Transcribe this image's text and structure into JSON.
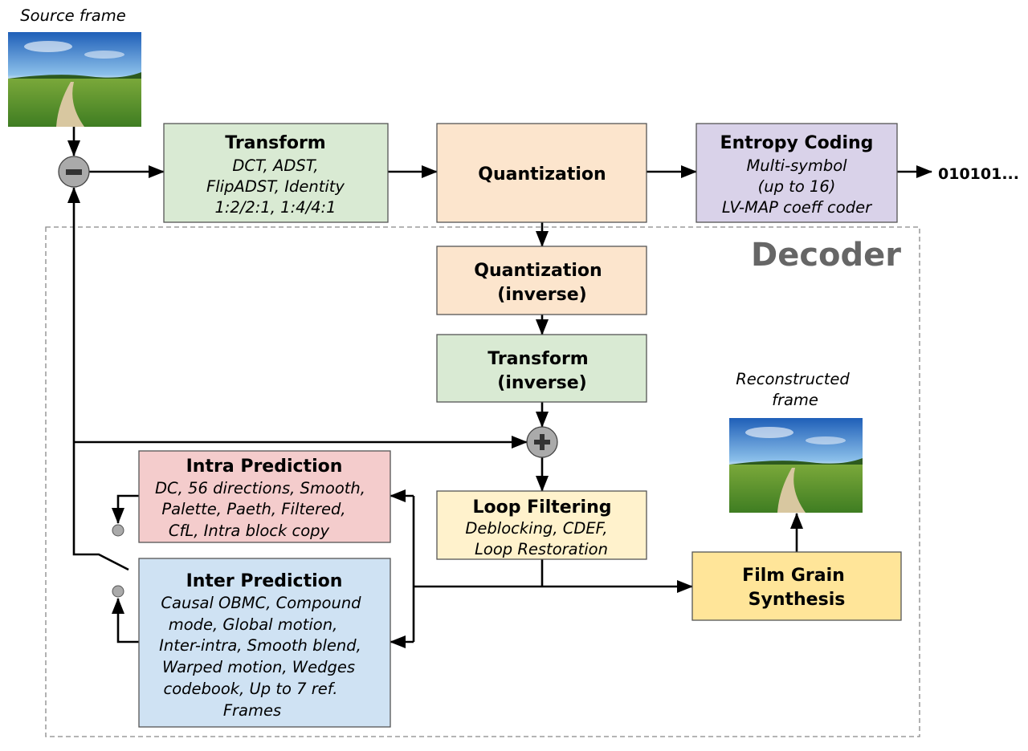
{
  "source_frame": {
    "label": "Source frame"
  },
  "output_bits": "010101...",
  "decoder_label": "Decoder",
  "reconstructed_frame": {
    "label_lines": [
      "Reconstructed",
      "frame"
    ]
  },
  "blocks": {
    "transform": {
      "title": "Transform",
      "lines": [
        "DCT, ADST,",
        "FlipADST, Identity",
        "1:2/2:1, 1:4/4:1"
      ],
      "color": "#d9ead3"
    },
    "quantization": {
      "title": "Quantization",
      "color": "#fce5cd"
    },
    "entropy": {
      "title": "Entropy Coding",
      "lines": [
        "Multi-symbol",
        "(up to 16)",
        "LV-MAP coeff coder"
      ],
      "color": "#d9d2e9"
    },
    "quant_inverse": {
      "lines": [
        "Quantization",
        "(inverse)"
      ],
      "color": "#fce5cd"
    },
    "transform_inverse": {
      "lines": [
        "Transform",
        "(inverse)"
      ],
      "color": "#d9ead3"
    },
    "intra": {
      "title": "Intra Prediction",
      "lines": [
        "DC, 56 directions, Smooth,",
        "Palette, Paeth, Filtered,",
        "CfL, Intra block copy"
      ],
      "color": "#f4cccc"
    },
    "inter": {
      "title": "Inter Prediction",
      "lines": [
        "Causal OBMC, Compound",
        "mode, Global motion,",
        "Inter-intra, Smooth blend,",
        "Warped motion, Wedges",
        "codebook, Up to 7 ref.",
        "Frames"
      ],
      "color": "#cfe2f3"
    },
    "loop": {
      "title": "Loop Filtering",
      "lines": [
        "Deblocking, CDEF,",
        "Loop Restoration"
      ],
      "color": "#fff2cc"
    },
    "film_grain": {
      "lines": [
        "Film Grain",
        "Synthesis"
      ],
      "color": "#ffe599"
    }
  }
}
